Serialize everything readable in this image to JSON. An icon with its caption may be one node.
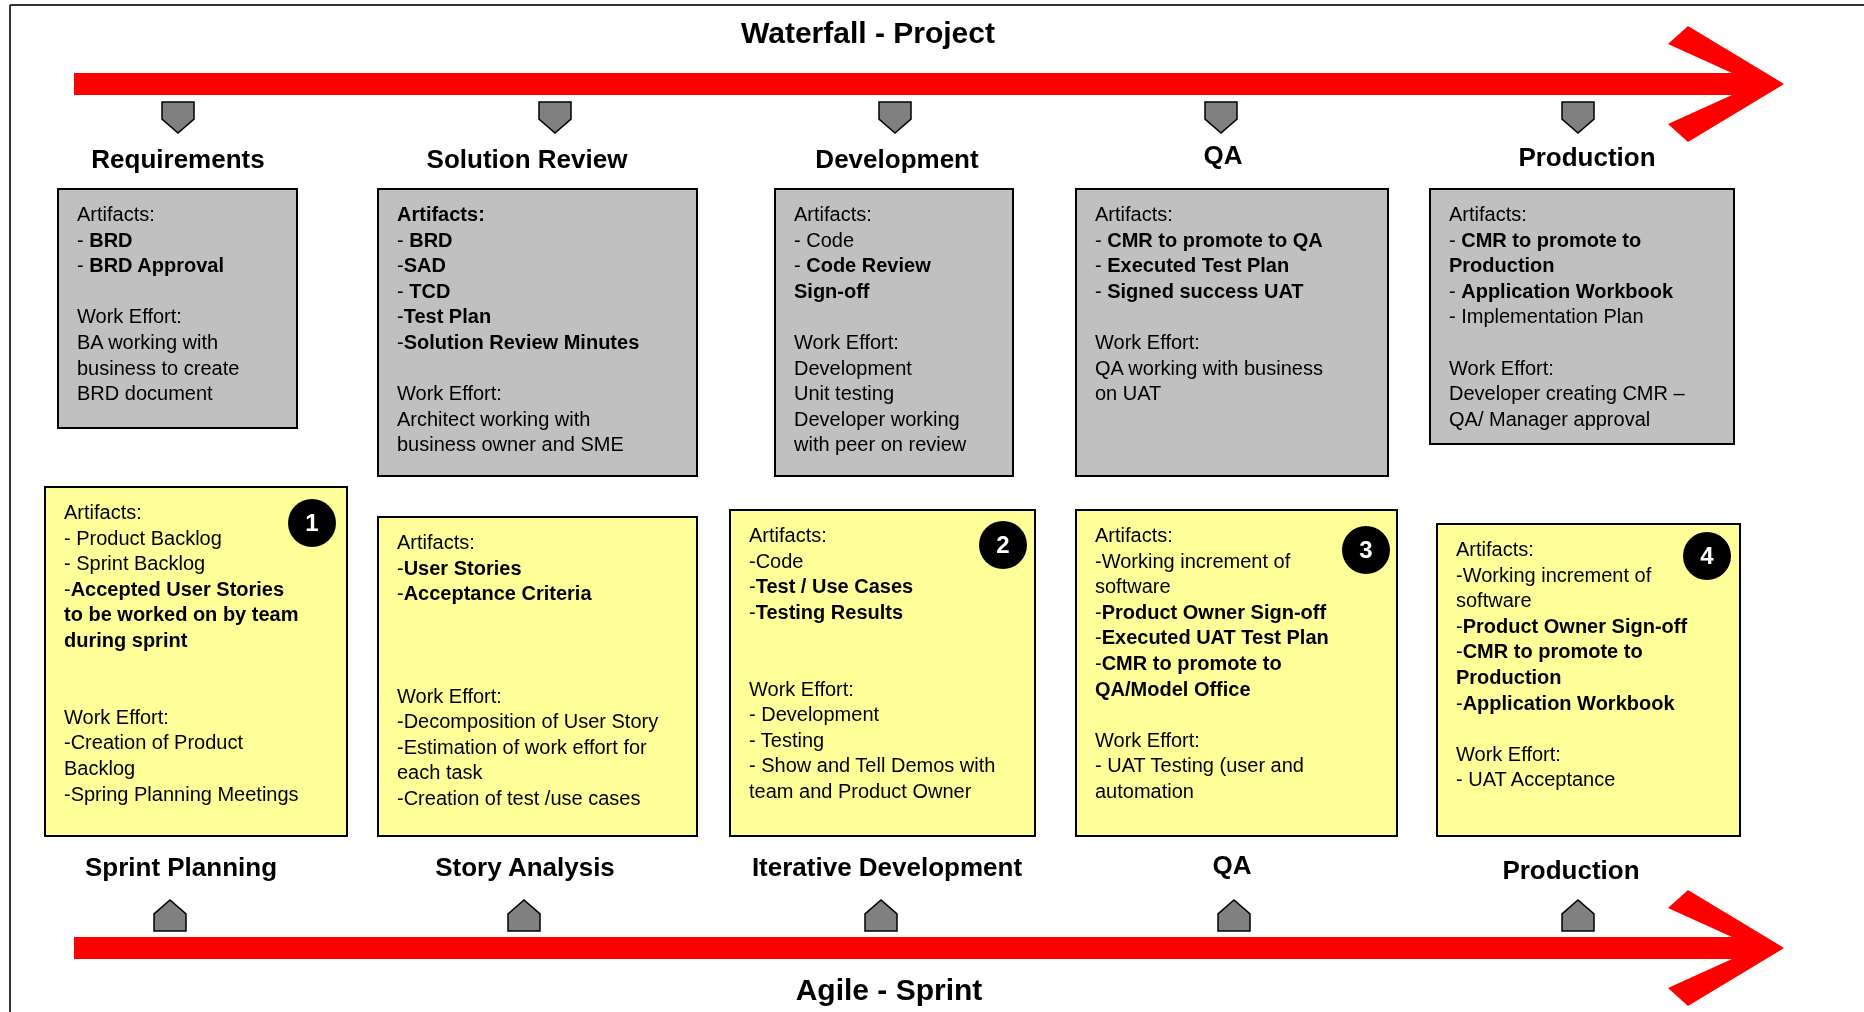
{
  "diagram": {
    "title": "Waterfall - Project",
    "nodes": [
      {
        "text": [
          "Requirements",
          "Artifacts:",
          "- **BRD**",
          "- **BRD Approval**",
          "Work Effort:",
          "BA working with business to create BRD document"
        ]
      },
      {
        "text": [
          "Solution Review",
          "**Artifacts:**",
          "- **BRD**",
          "-**SAD**",
          "- **TCD**",
          "-**Test Plan**",
          "-**Solution Review Minutes**",
          "Work Effort:",
          "Architect working with business owner and SME"
        ]
      },
      {
        "text": [
          "Development",
          "Artifacts:",
          "- Code",
          "- **Code Review Sign-off**",
          "Work Effort:",
          "Development",
          "Unit testing",
          "Developer working with peer on review"
        ]
      },
      {
        "text": [
          "QA",
          "Artifacts:",
          "- **CMR to promote to QA**",
          "- **Executed Test Plan**",
          "- **Signed success UAT**",
          "Work Effort:",
          "QA working with business on UAT"
        ]
      },
      {
        "text": [
          "Production",
          "Artifacts:",
          "- **CMR to promote to Production**",
          "- **Application Workbook**",
          "- Implementation Plan",
          "Work Effort:",
          "Developer creating CMR – QA/ Manager approval"
        ]
      },
      {
        "text": [
          "Sprint Planning",
          "Artifacts:",
          "- Product Backlog",
          "- Sprint Backlog",
          "-**Accepted User Stories to be worked on by team during sprint**",
          "Work Effort:",
          "-Creation of Product Backlog",
          "-Spring Planning Meetings"
        ]
      },
      {
        "text": [
          "1"
        ],
        "in": 5
      },
      {
        "text": [
          "Story Analysis",
          "Artifacts:",
          "-**User Stories**",
          "-**Acceptance Criteria**",
          "Work Effort:",
          "-Decomposition of User Story",
          "-Estimation of work effort for each task",
          "-Creation of test /use cases"
        ]
      },
      {
        "text": [
          "Iterative Development",
          "Artifacts:",
          "-Code",
          "-**Test / Use Cases**",
          "-**Testing Results**",
          "Work Effort:",
          "- Development",
          "- Testing",
          "- Show and Tell Demos with team and Product Owner"
        ]
      },
      {
        "text": [
          "2"
        ],
        "in": 8
      },
      {
        "text": [
          "QA",
          "Artifacts:",
          "-Working increment of software",
          "-**Product Owner Sign-off**",
          "-**Executed UAT Test Plan**",
          "-**CMR to promote to QA/Model Office**",
          "Work Effort:",
          "- UAT Testing (user and automation"
        ]
      },
      {
        "text": [
          "3"
        ],
        "in": 10
      },
      {
        "text": [
          "Production",
          "Artifacts:",
          "-Working increment of software",
          "-**Product Owner Sign-off**",
          "-**CMR to promote to Production**",
          "-**Application Workbook**",
          "Work Effort:",
          "- UAT Acceptance"
        ]
      },
      {
        "text": [
          "4"
        ],
        "in": 12
      }
    ],
    "labels": [
      "Agile - Sprint"
    ]
  }
}
